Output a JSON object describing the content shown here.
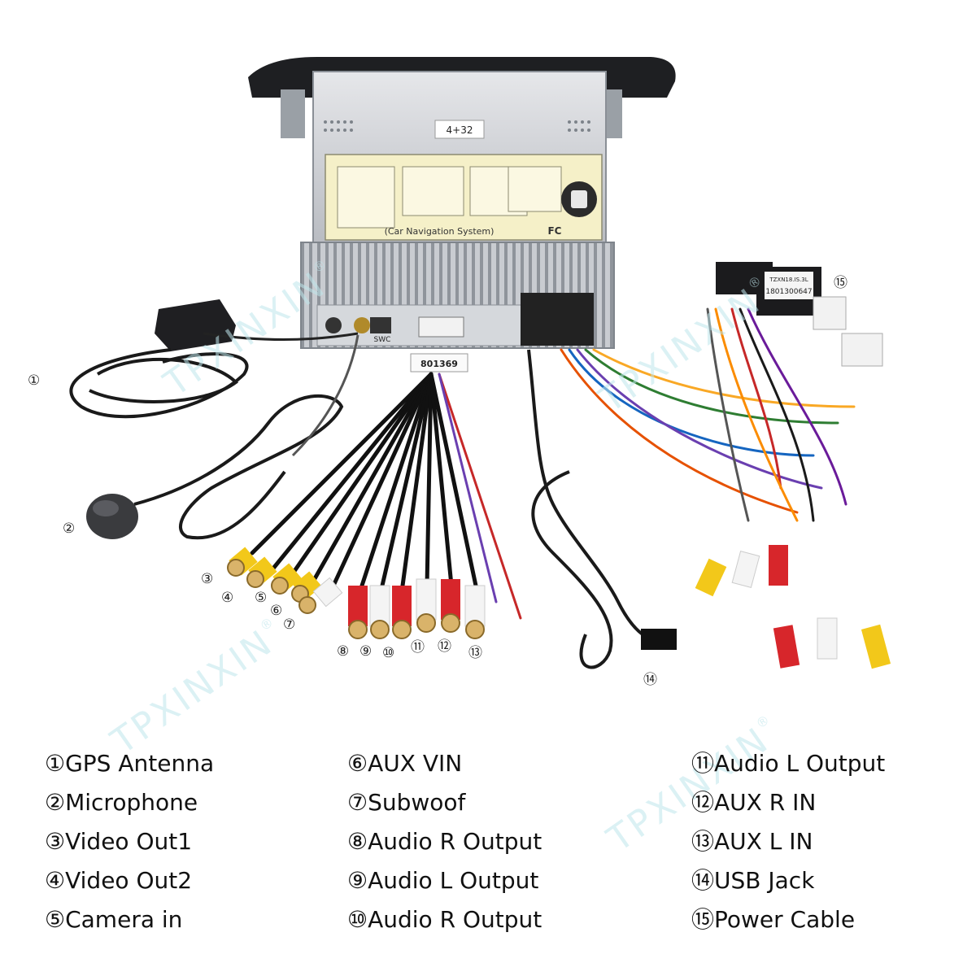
{
  "device": {
    "label_sticker": "4+32",
    "label_title": "(Car Navigation System)",
    "fcc_mark": "FC",
    "port_swc": "SWC",
    "harness_code": "801369",
    "plug_line1": "TZXN18.IS.3L",
    "plug_line2": "1801300647"
  },
  "callouts": [
    "①",
    "②",
    "③",
    "④",
    "⑤",
    "⑥",
    "⑦",
    "⑧",
    "⑨",
    "⑩",
    "⑪",
    "⑫",
    "⑬",
    "⑭",
    "⑮"
  ],
  "legend": {
    "col1": [
      "①GPS Antenna",
      "②Microphone",
      "③Video Out1",
      "④Video Out2",
      "⑤Camera in"
    ],
    "col2": [
      "⑥AUX VIN",
      "⑦Subwoof",
      "⑧Audio R Output",
      "⑨Audio L Output",
      "⑩Audio R Output"
    ],
    "col3": [
      "⑪Audio L Output",
      "⑫AUX R IN",
      "⑬AUX L IN",
      "⑭USB Jack",
      "⑮Power Cable"
    ]
  },
  "watermark": {
    "text": "TPXINXIN",
    "mark": "®"
  }
}
